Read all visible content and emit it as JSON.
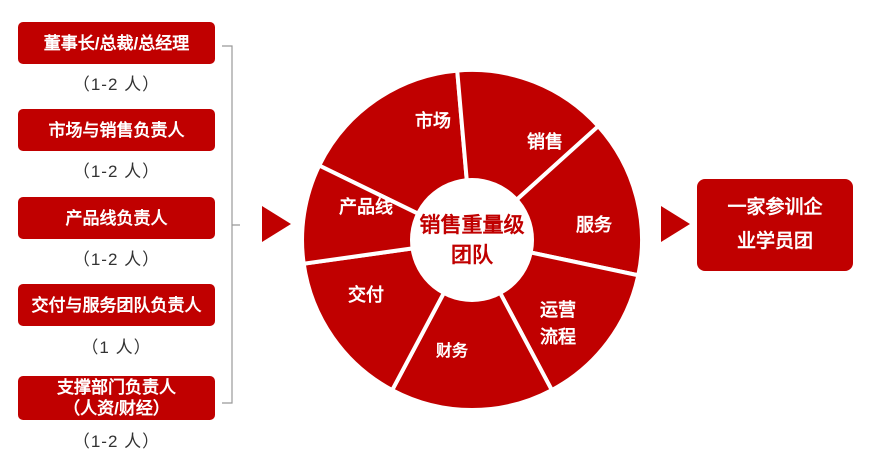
{
  "roles": [
    {
      "label": "董事长/总裁/总经理",
      "count": "（1-2 人）"
    },
    {
      "label": "市场与销售负责人",
      "count": "（1-2 人）"
    },
    {
      "label": "产品线负责人",
      "count": "（1-2 人）"
    },
    {
      "label": "交付与服务团队负责人",
      "count": "（1 人）"
    },
    {
      "label_line1": "支撑部门负责人",
      "label_line2": "（人资/财经）",
      "count": "（1-2 人）"
    }
  ],
  "wheel": {
    "center_line1": "销售重量级",
    "center_line2": "团队",
    "segments": [
      "市场",
      "销售",
      "服务",
      "运营流程",
      "财务",
      "交付",
      "产品线"
    ],
    "segment_lines": {
      "ops_line1": "运营",
      "ops_line2": "流程"
    }
  },
  "target": {
    "line1": "一家参训企",
    "line2": "业学员团"
  },
  "colors": {
    "primary": "#c00000",
    "gray": "#999999"
  }
}
